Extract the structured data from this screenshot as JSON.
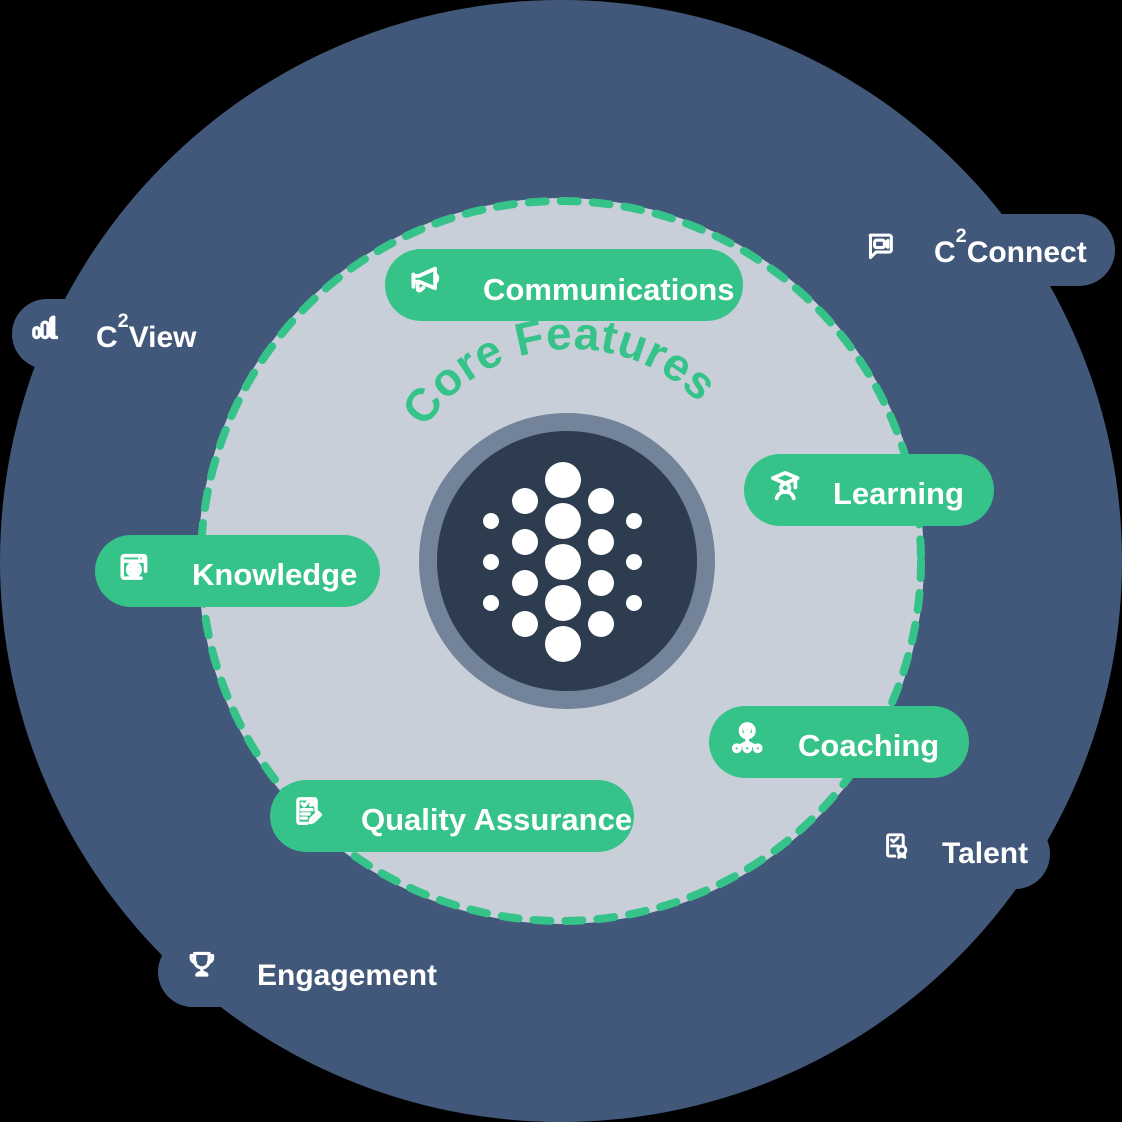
{
  "diagram": {
    "title": "Core Features",
    "center_label": "Core Features",
    "colors": {
      "background": "#000000",
      "outer_circle": "#42587a",
      "inner_disc": "#c9cfd8",
      "dashed_ring": "#35c38a",
      "core_ring": "#73839a",
      "core_disc": "#2d3c4e",
      "pill_green": "#35c38a",
      "pill_text": "#ffffff",
      "core_label": "#35c38a",
      "dots": "#ffffff"
    },
    "core_features": [
      {
        "id": "communications",
        "label": "Communications",
        "icon": "megaphone-icon",
        "position": "top"
      },
      {
        "id": "learning",
        "label": "Learning",
        "icon": "graduate-person-icon",
        "position": "right-upper"
      },
      {
        "id": "coaching",
        "label": "Coaching",
        "icon": "mentor-network-icon",
        "position": "right-lower"
      },
      {
        "id": "quality-assurance",
        "label": "Quality Assurance",
        "icon": "checklist-pencil-icon",
        "position": "bottom"
      },
      {
        "id": "knowledge",
        "label": "Knowledge",
        "icon": "browser-globe-icon",
        "position": "left"
      }
    ],
    "outer_modules": [
      {
        "id": "c2connect",
        "label_prefix": "C",
        "label_sup": "2",
        "label_suffix": "Connect",
        "label": "C²Connect",
        "icon": "video-chat-bubble-icon",
        "position": "top-right"
      },
      {
        "id": "c2view",
        "label_prefix": "C",
        "label_sup": "2",
        "label_suffix": "View",
        "label": "C²View",
        "icon": "bar-chart-icon",
        "position": "left-upper"
      },
      {
        "id": "talent",
        "label": "Talent",
        "icon": "certificate-award-icon",
        "position": "bottom-right"
      },
      {
        "id": "engagement",
        "label": "Engagement",
        "icon": "trophy-icon",
        "position": "bottom-left"
      }
    ]
  }
}
